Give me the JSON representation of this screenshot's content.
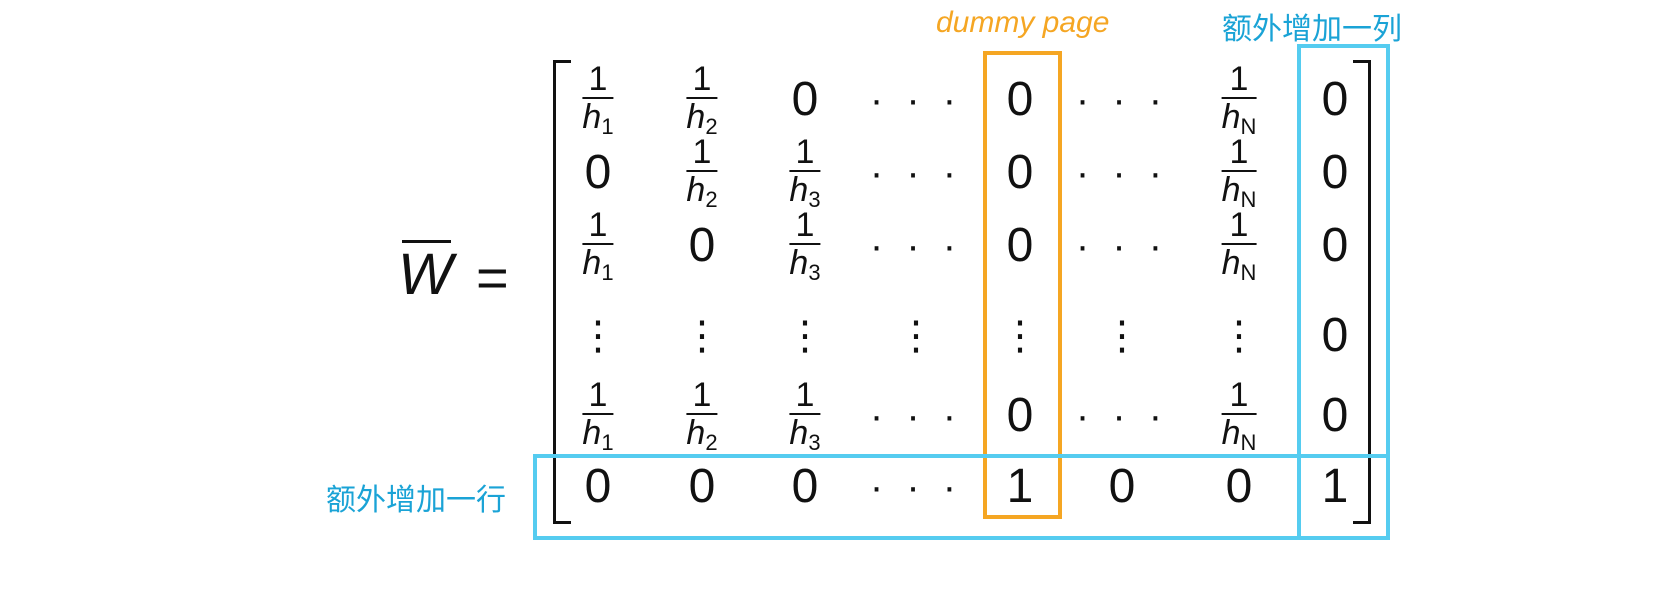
{
  "lhs": {
    "symbol": "W",
    "equals": "="
  },
  "labels": {
    "dummy_page": "dummy page",
    "extra_column": "额外增加一列",
    "extra_row": "额外增加一行"
  },
  "colors": {
    "orange": "#f5a623",
    "blue": "#55ccf0",
    "blue_text": "#1aa3d6"
  },
  "matrix": {
    "rows": [
      [
        {
          "t": "frac",
          "n": "1",
          "d": "h",
          "s": "1"
        },
        {
          "t": "frac",
          "n": "1",
          "d": "h",
          "s": "2"
        },
        {
          "t": "num",
          "v": "0"
        },
        {
          "t": "dots",
          "v": "· · ·"
        },
        {
          "t": "num",
          "v": "0"
        },
        {
          "t": "dots",
          "v": "· · ·"
        },
        {
          "t": "frac",
          "n": "1",
          "d": "h",
          "s": "N"
        },
        {
          "t": "num",
          "v": "0"
        }
      ],
      [
        {
          "t": "num",
          "v": "0"
        },
        {
          "t": "frac",
          "n": "1",
          "d": "h",
          "s": "2"
        },
        {
          "t": "frac",
          "n": "1",
          "d": "h",
          "s": "3"
        },
        {
          "t": "dots",
          "v": "· · ·"
        },
        {
          "t": "num",
          "v": "0"
        },
        {
          "t": "dots",
          "v": "· · ·"
        },
        {
          "t": "frac",
          "n": "1",
          "d": "h",
          "s": "N"
        },
        {
          "t": "num",
          "v": "0"
        }
      ],
      [
        {
          "t": "frac",
          "n": "1",
          "d": "h",
          "s": "1"
        },
        {
          "t": "num",
          "v": "0"
        },
        {
          "t": "frac",
          "n": "1",
          "d": "h",
          "s": "3"
        },
        {
          "t": "dots",
          "v": "· · ·"
        },
        {
          "t": "num",
          "v": "0"
        },
        {
          "t": "dots",
          "v": "· · ·"
        },
        {
          "t": "frac",
          "n": "1",
          "d": "h",
          "s": "N"
        },
        {
          "t": "num",
          "v": "0"
        }
      ],
      [
        {
          "t": "vdots",
          "v": "⋮"
        },
        {
          "t": "vdots",
          "v": "⋮"
        },
        {
          "t": "vdots",
          "v": "⋮"
        },
        {
          "t": "vdots",
          "v": "⋮"
        },
        {
          "t": "vdots",
          "v": "⋮"
        },
        {
          "t": "vdots",
          "v": "⋮"
        },
        {
          "t": "vdots",
          "v": "⋮"
        },
        {
          "t": "num",
          "v": "0"
        }
      ],
      [
        {
          "t": "frac",
          "n": "1",
          "d": "h",
          "s": "1"
        },
        {
          "t": "frac",
          "n": "1",
          "d": "h",
          "s": "2"
        },
        {
          "t": "frac",
          "n": "1",
          "d": "h",
          "s": "3"
        },
        {
          "t": "dots",
          "v": "· · ·"
        },
        {
          "t": "num",
          "v": "0"
        },
        {
          "t": "dots",
          "v": "· · ·"
        },
        {
          "t": "frac",
          "n": "1",
          "d": "h",
          "s": "N"
        },
        {
          "t": "num",
          "v": "0"
        }
      ],
      [
        {
          "t": "num",
          "v": "0"
        },
        {
          "t": "num",
          "v": "0"
        },
        {
          "t": "num",
          "v": "0"
        },
        {
          "t": "dots",
          "v": "· · ·"
        },
        {
          "t": "num",
          "v": "1"
        },
        {
          "t": "num",
          "v": "0"
        },
        {
          "t": "num",
          "v": "0"
        },
        {
          "t": "num",
          "v": "1"
        }
      ]
    ]
  }
}
